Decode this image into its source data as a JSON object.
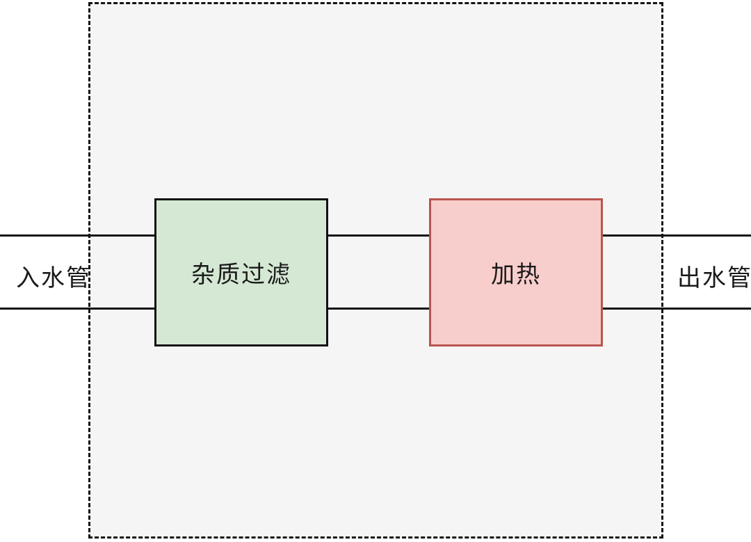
{
  "diagram": {
    "inlet": {
      "label": "入水管"
    },
    "outlet": {
      "label": "出水管"
    },
    "nodes": [
      {
        "label": "杂质过滤",
        "fill": "#d5e8d4",
        "border": "#111111"
      },
      {
        "label": "加热",
        "fill": "#f8cecc",
        "border": "#b85450"
      }
    ],
    "colors": {
      "canvas": "#ffffff",
      "boundary_fill": "#f5f5f5",
      "boundary_border": "#141414",
      "pipe_line": "#111111",
      "text": "#1a1a1a"
    }
  }
}
